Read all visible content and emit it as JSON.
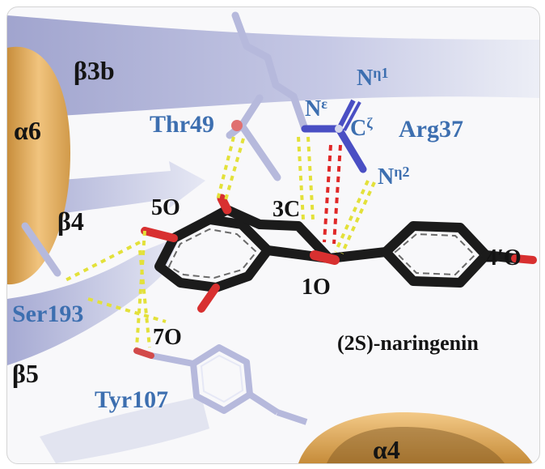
{
  "labels": {
    "beta3b": "β3b",
    "alpha6": "α6",
    "beta4": "β4",
    "beta5": "β5",
    "alpha4": "α4",
    "thr49": "Thr49",
    "ser193": "Ser193",
    "tyr107": "Tyr107",
    "arg37": "Arg37",
    "n_epsilon": "N",
    "n_epsilon_sup": "ε",
    "c_zeta": "C",
    "c_zeta_sup": "ζ",
    "n_eta1": "N",
    "n_eta1_sup": "η1",
    "n_eta2": "N",
    "n_eta2_sup": "η2",
    "o5": "5O",
    "c3": "3C",
    "o1": "1O",
    "o7": "7O",
    "o4prime": "4′O",
    "ligand": "(2S)-naringenin"
  },
  "colors": {
    "residue_label": "#3d6fb0",
    "ligand_label": "#141414",
    "helix": "#e8b870",
    "sheet": "#b8bdde",
    "hbond_yellow": "#e3e13a",
    "hbond_red": "#e02828",
    "ligand_carbon": "#1b1b1b",
    "oxygen": "#e03a3a",
    "nitrogen": "#4a4fc4"
  }
}
